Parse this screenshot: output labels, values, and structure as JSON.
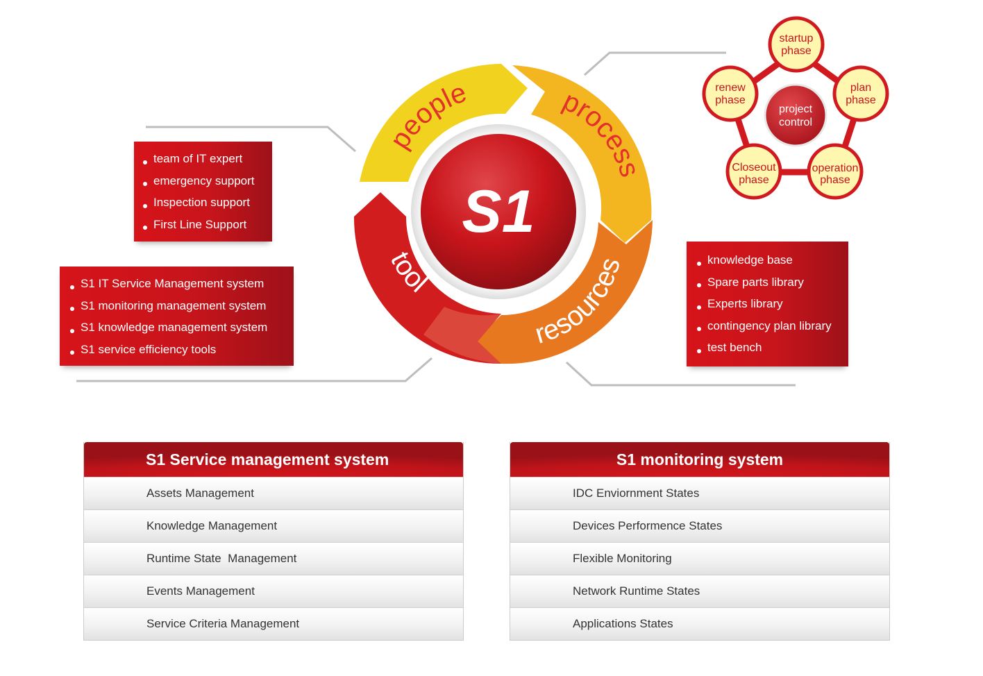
{
  "wheel": {
    "center_label": "S1",
    "segments": [
      {
        "label": "people",
        "color": "#f1d21f"
      },
      {
        "label": "process",
        "color": "#f3b51e"
      },
      {
        "label": "resources",
        "color": "#e7781e"
      },
      {
        "label": "tool",
        "color": "#cf1b1d"
      }
    ]
  },
  "people_box": {
    "items": [
      "team of IT expert",
      "emergency support",
      "Inspection support",
      "First Line Support"
    ]
  },
  "tool_box": {
    "items": [
      "S1 IT Service Management system",
      "S1 monitoring management system",
      "S1 knowledge management system",
      "S1 service efficiency tools"
    ]
  },
  "resources_box": {
    "items": [
      "knowledge base",
      "Spare parts library",
      "Experts library",
      "contingency plan library",
      "test bench"
    ]
  },
  "process_cycle": {
    "center": [
      "project",
      "control"
    ],
    "phases": [
      {
        "line1": "startup",
        "line2": "phase"
      },
      {
        "line1": "plan",
        "line2": "phase"
      },
      {
        "line1": "operation",
        "line2": "phase"
      },
      {
        "line1": "Closeout",
        "line2": "phase"
      },
      {
        "line1": "renew",
        "line2": "phase"
      }
    ]
  },
  "service_table": {
    "title": "S1 Service management system",
    "rows": [
      "Assets Management",
      "Knowledge Management",
      "Runtime State  Management",
      "Events Management",
      "Service Criteria Management"
    ]
  },
  "monitor_table": {
    "title": "S1 monitoring system",
    "rows": [
      "IDC Enviornment States",
      "Devices Performence States",
      "Flexible Monitoring",
      "Network Runtime States",
      "Applications States"
    ]
  },
  "colors": {
    "accent_red": "#c8141b",
    "phase_fill": "#fff7b0",
    "text_dark": "#333333"
  }
}
